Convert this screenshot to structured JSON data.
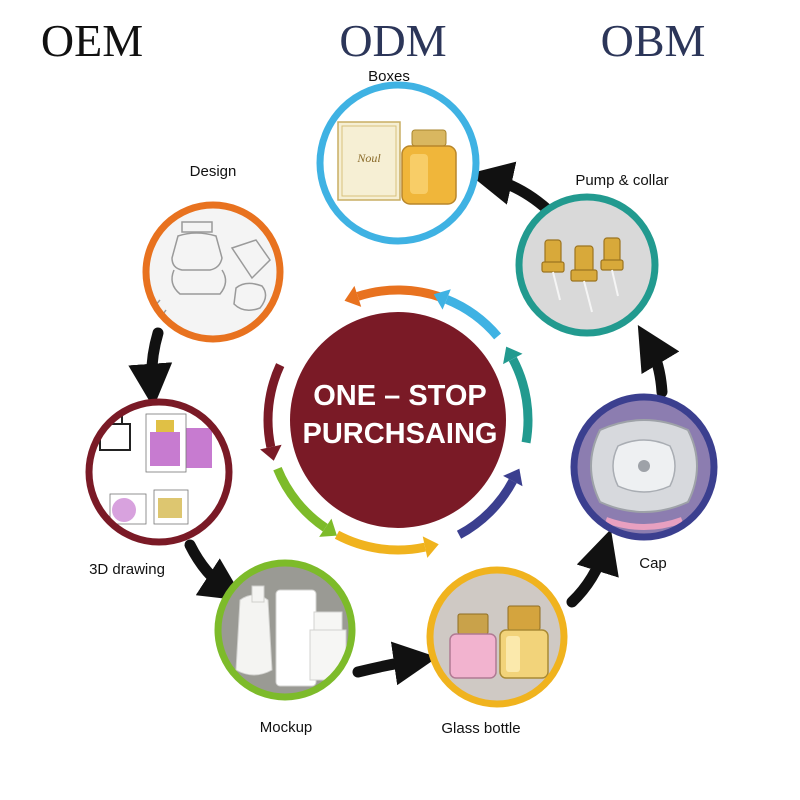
{
  "header": {
    "oem": "OEM",
    "odm": "ODM",
    "obm": "OBM",
    "oem_color": "#111111",
    "odm_color": "#2c3659",
    "obm_color": "#2c3659"
  },
  "center": {
    "line1": "ONE – STOP",
    "line2": "PURCHSAING",
    "fill": "#7a1a26",
    "text_color": "#ffffff"
  },
  "steps": [
    {
      "label": "Design",
      "ring_color": "#e8721f",
      "icon": "sketch-image"
    },
    {
      "label": "Boxes",
      "ring_color": "#3fb2e3",
      "icon": "perfume-box-image",
      "box_text": "Noul"
    },
    {
      "label": "Pump & collar",
      "ring_color": "#229a8f",
      "icon": "gold-pump-image"
    },
    {
      "label": "Cap",
      "ring_color": "#3b3f8f",
      "icon": "silver-cap-image"
    },
    {
      "label": "Glass bottle",
      "ring_color": "#f0b31e",
      "icon": "glass-bottle-image"
    },
    {
      "label": "Mockup",
      "ring_color": "#7dbb2a",
      "icon": "white-mockup-image"
    },
    {
      "label": "3D drawing",
      "ring_color": "#7a1a26",
      "icon": "technical-drawing-image"
    }
  ],
  "inner_arrow_colors": [
    "#e8721f",
    "#3fb2e3",
    "#229a8f",
    "#3b3f8f",
    "#f0b31e",
    "#7dbb2a",
    "#7a1a26"
  ],
  "outer_arrow_color": "#111111"
}
